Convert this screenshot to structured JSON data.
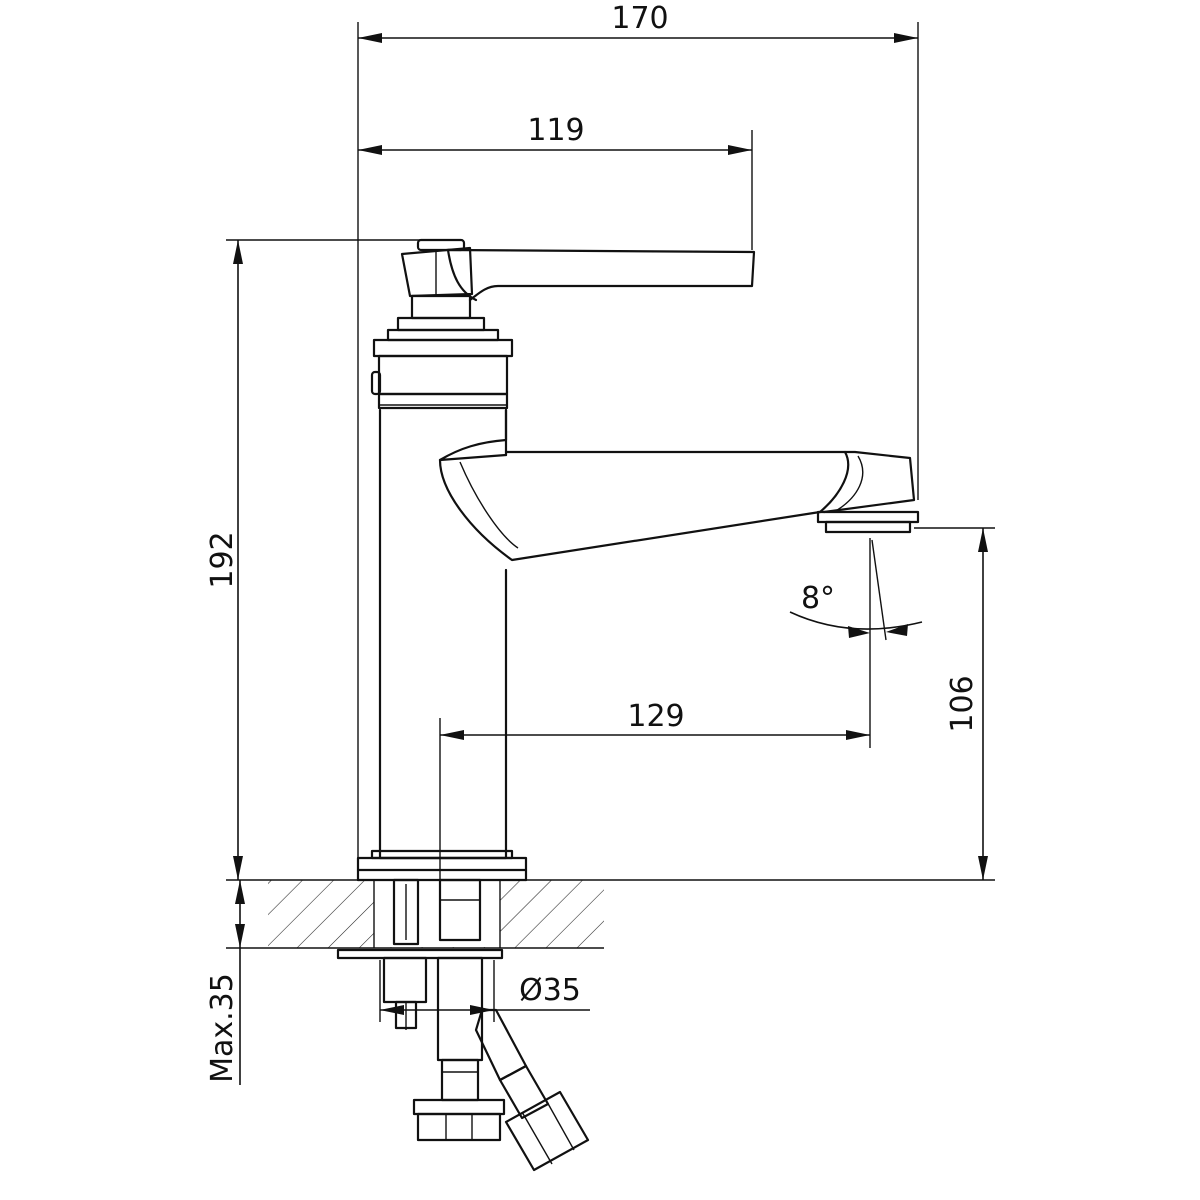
{
  "dimensions": {
    "total_width": "170",
    "handle_reach": "119",
    "total_height": "192",
    "spout_height": "106",
    "spout_reach": "129",
    "spout_angle": "8°",
    "mount_hole": "Ø35",
    "max_thickness": "Max.35"
  },
  "colors": {
    "line": "#111111",
    "background": "#ffffff"
  }
}
